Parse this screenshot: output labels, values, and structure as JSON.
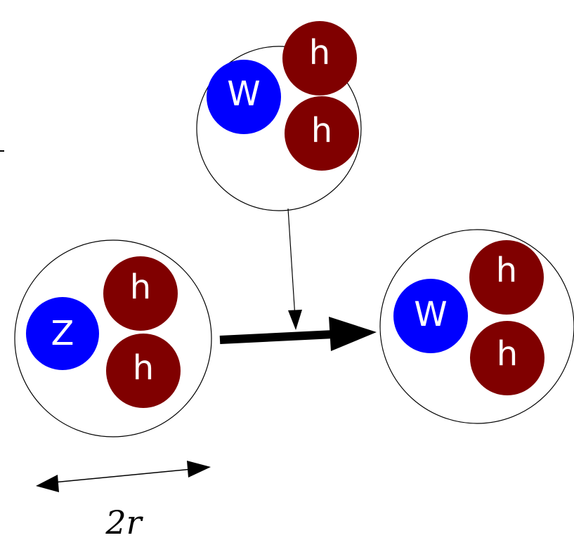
{
  "colors": {
    "gauge_boson": "#0000ff",
    "higgs": "#800000",
    "outline": "#000000",
    "background": "#ffffff"
  },
  "clusters": {
    "top": {
      "boson": "W",
      "higgs_1": "h",
      "higgs_2": "h"
    },
    "left": {
      "boson": "Z",
      "higgs_1": "h",
      "higgs_2": "h"
    },
    "right": {
      "boson": "W",
      "higgs_1": "h",
      "higgs_2": "h"
    }
  },
  "dimension": {
    "label": "2r"
  }
}
